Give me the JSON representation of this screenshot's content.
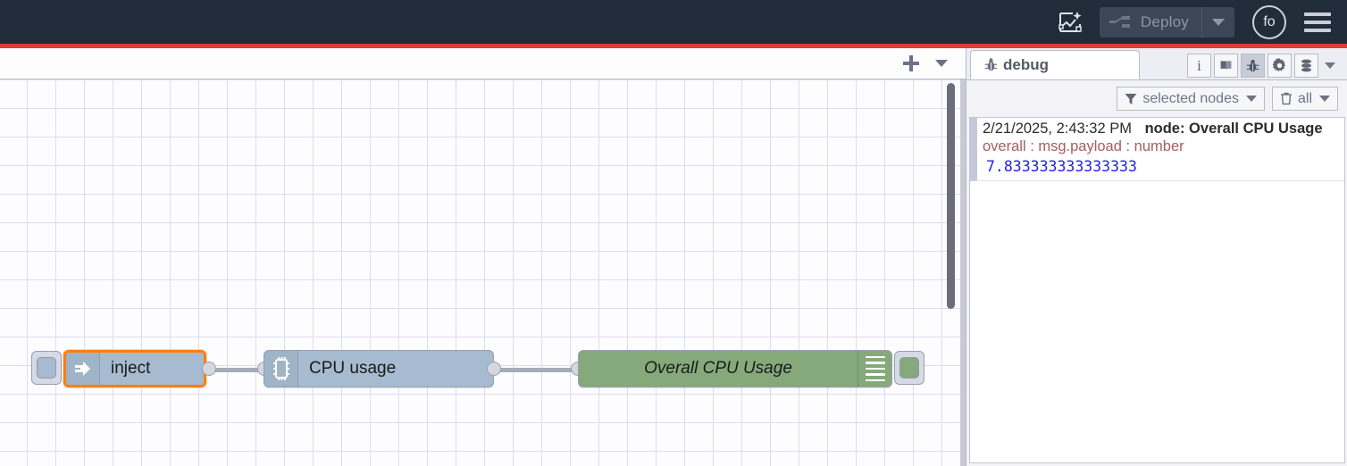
{
  "header": {
    "ai_icon": "ai-flow-sparkle-icon",
    "deploy": {
      "label": "Deploy",
      "icon": "deploy-icon",
      "caret": "chevron-down-icon"
    },
    "avatar": {
      "initials": "fo"
    },
    "menu_icon": "hamburger-menu-icon"
  },
  "workspace": {
    "tabbar": {
      "add_icon": "plus-icon",
      "menu_icon": "chevron-down-icon"
    },
    "nodes": [
      {
        "id": "inject",
        "label": "inject",
        "icon": "arrow-right-icon",
        "type": "inject",
        "color": "#a6bbcf",
        "selected": true
      },
      {
        "id": "cpu-usage",
        "label": "CPU usage",
        "icon": "cpu-chip-icon",
        "type": "cpu",
        "color": "#a6bbcf",
        "selected": false
      },
      {
        "id": "overall-cpu-usage",
        "label": "Overall CPU Usage",
        "icon": "debug-lines-icon",
        "type": "debug",
        "color": "#86a97c",
        "selected": false
      }
    ]
  },
  "sidebar": {
    "tab": {
      "label": "debug",
      "icon": "bug-icon"
    },
    "tools": [
      {
        "name": "info-icon",
        "glyph": "i",
        "active": false
      },
      {
        "name": "help-book-icon",
        "glyph": "book",
        "active": false
      },
      {
        "name": "debug-bug-icon",
        "glyph": "bug",
        "active": true
      },
      {
        "name": "config-gear-icon",
        "glyph": "gear",
        "active": false
      },
      {
        "name": "context-data-icon",
        "glyph": "stack",
        "active": false
      }
    ],
    "tools_caret": "chevron-down-icon",
    "filters": [
      {
        "name": "filter-nodes",
        "icon": "funnel-icon",
        "label": "selected nodes",
        "caret": "chevron-down-icon"
      },
      {
        "name": "clear-messages",
        "icon": "trash-icon",
        "label": "all",
        "caret": "chevron-down-icon"
      }
    ],
    "messages": [
      {
        "timestamp": "2/21/2025, 2:43:32 PM",
        "node": "node: Overall CPU Usage",
        "meta": "overall : msg.payload : number",
        "value": "7.833333333333333"
      }
    ]
  },
  "colors": {
    "header_bg": "#212c3b",
    "alert_bar": "#e2383a",
    "node_blue": "#a6bbcf",
    "node_green": "#86a97c",
    "selection": "#ff7f0e",
    "value_blue": "#2323dd",
    "meta_red": "#a85c5c"
  }
}
